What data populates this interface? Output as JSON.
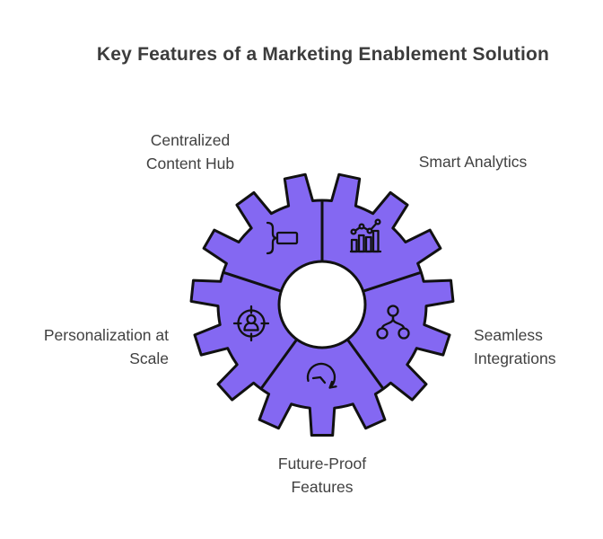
{
  "title": "Key Features of a Marketing Enablement Solution",
  "colors": {
    "background": "#ffffff",
    "gear_fill": "#8468f2",
    "outline": "#111111",
    "hub_fill": "#ffffff",
    "title_text": "#3c3c3c",
    "label_text": "#414141"
  },
  "diagram": {
    "type": "gear-segmented",
    "segment_count": 5,
    "tooth_count": 15
  },
  "segments": [
    {
      "id": "centralized-content-hub",
      "label": "Centralized Content Hub",
      "label_lines": [
        "Centralized",
        "Content Hub"
      ],
      "icon": "merge-brace-icon",
      "position": "top-left"
    },
    {
      "id": "smart-analytics",
      "label": "Smart Analytics",
      "label_lines": [
        "Smart Analytics"
      ],
      "icon": "bar-chart-trend-icon",
      "position": "top-right"
    },
    {
      "id": "seamless-integrations",
      "label": "Seamless Integrations",
      "label_lines": [
        "Seamless",
        "Integrations"
      ],
      "icon": "branch-nodes-icon",
      "position": "right"
    },
    {
      "id": "future-proof-features",
      "label": "Future-Proof Features",
      "label_lines": [
        "Future-Proof",
        "Features"
      ],
      "icon": "clockwise-arrow-icon",
      "position": "bottom"
    },
    {
      "id": "personalization-at-scale",
      "label": "Personalization at Scale",
      "label_lines": [
        "Personalization at",
        "Scale"
      ],
      "icon": "person-target-icon",
      "position": "left"
    }
  ]
}
